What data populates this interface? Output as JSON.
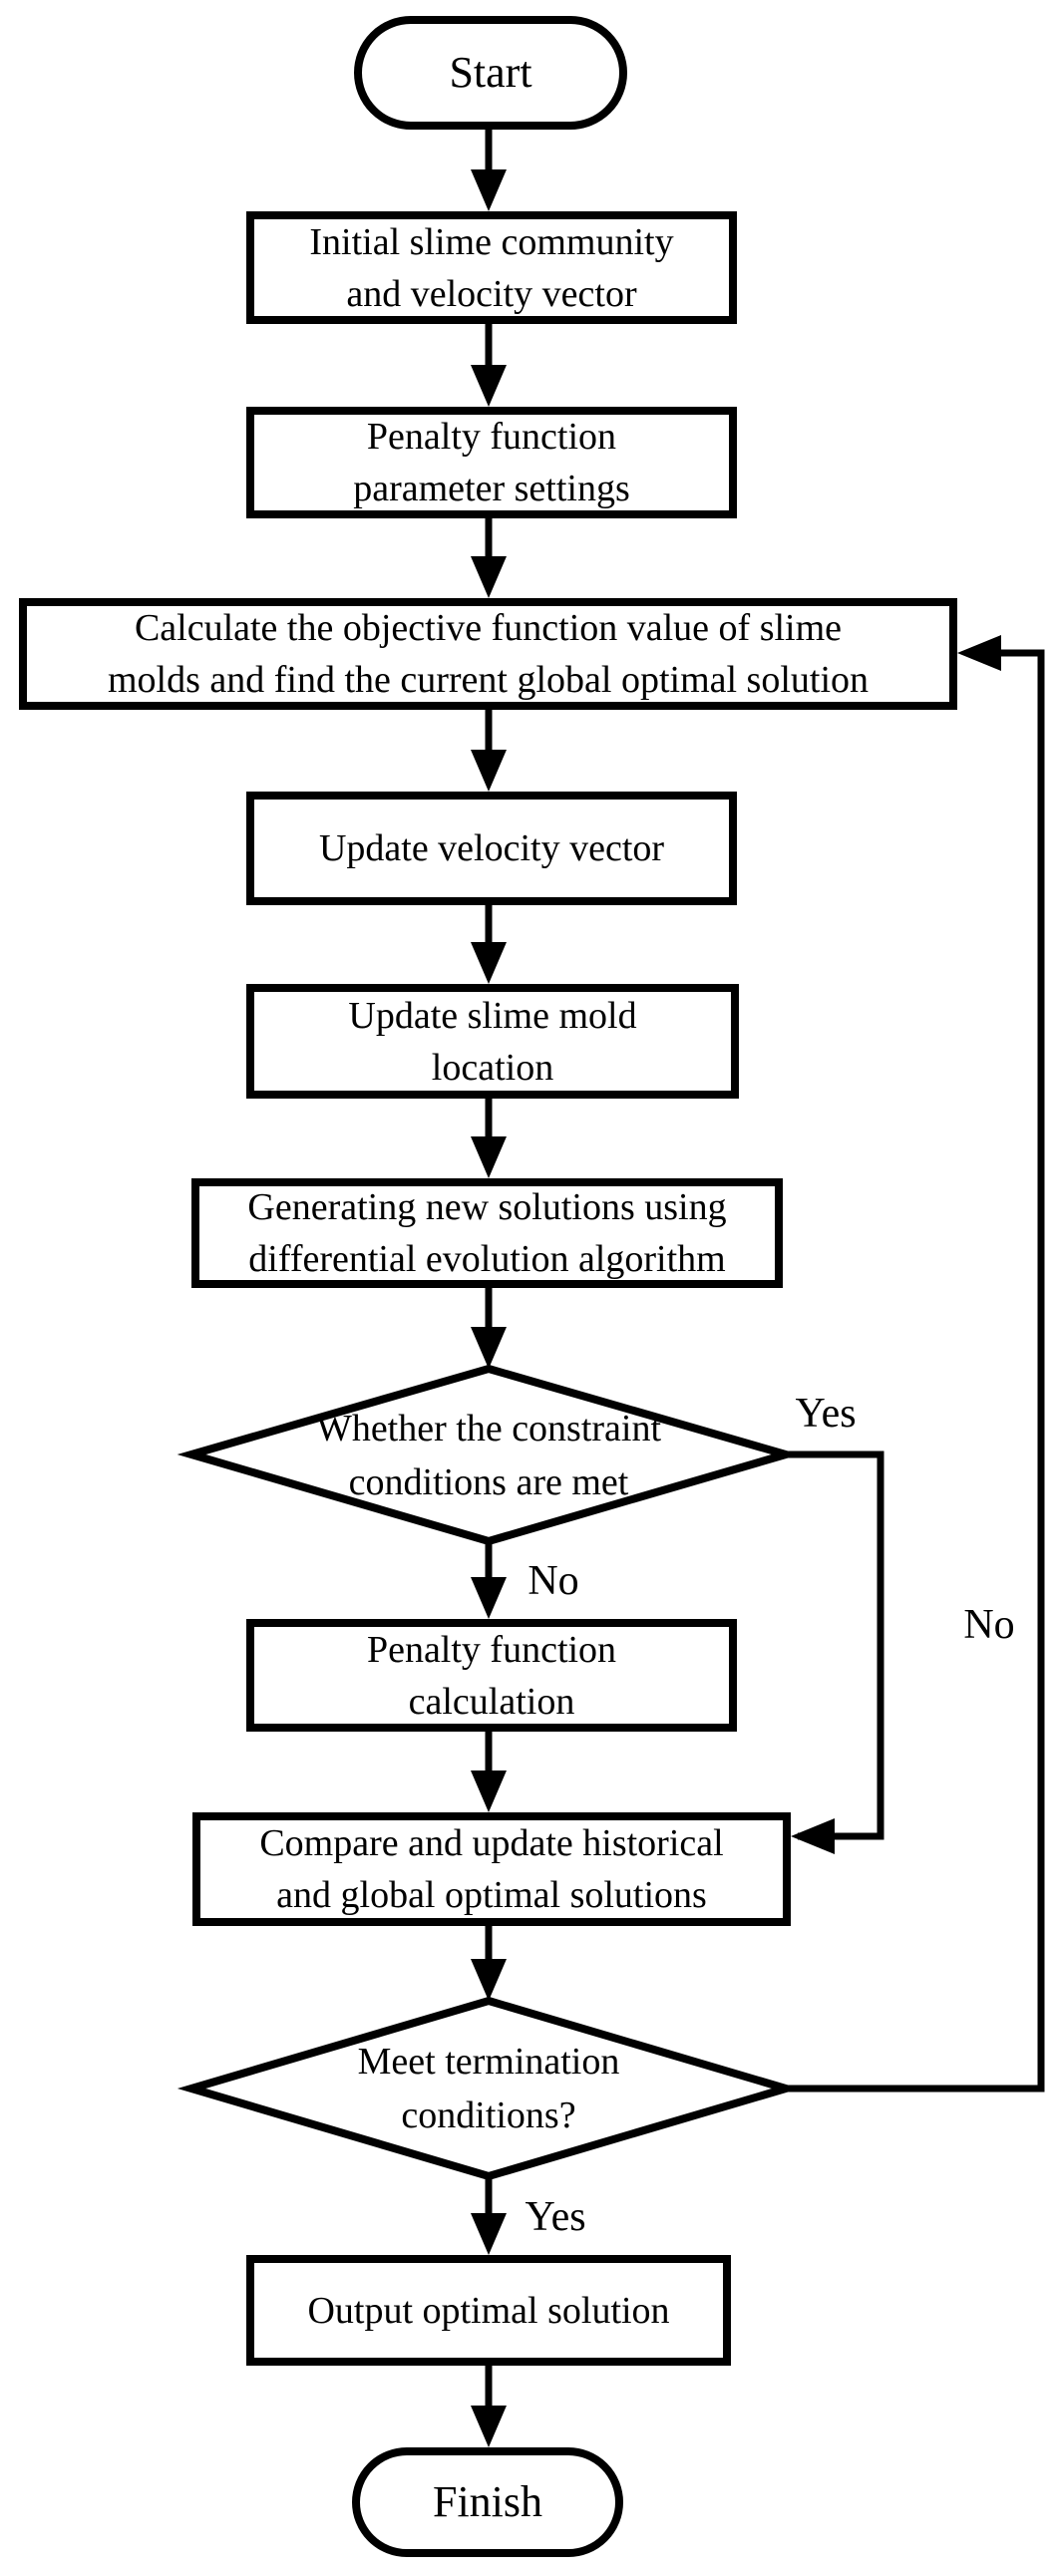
{
  "page": {
    "background": "#ffffff",
    "stroke_color": "#000000"
  },
  "flowchart": {
    "nodes": {
      "start": {
        "label": "Start"
      },
      "initial": {
        "label": "Initial slime community\nand velocity vector"
      },
      "penalty_settings": {
        "label": "Penalty function\nparameter settings"
      },
      "calculate": {
        "label": "Calculate the objective function value of slime\nmolds and find the current global optimal solution"
      },
      "update_velocity": {
        "label": "Update velocity vector"
      },
      "update_location": {
        "label": "Update slime mold\nlocation"
      },
      "generate": {
        "label": "Generating new solutions using\ndifferential evolution algorithm"
      },
      "constraint_check": {
        "label": "Whether the constraint\nconditions are met"
      },
      "penalty_calc": {
        "label": "Penalty function\ncalculation"
      },
      "compare": {
        "label": "Compare and update historical\nand global optimal solutions"
      },
      "termination_check": {
        "label": "Meet termination\nconditions?"
      },
      "output": {
        "label": "Output optimal solution"
      },
      "finish": {
        "label": "Finish"
      }
    },
    "edge_labels": {
      "constraint_yes": "Yes",
      "constraint_no": "No",
      "termination_no": "No",
      "termination_yes": "Yes"
    }
  }
}
